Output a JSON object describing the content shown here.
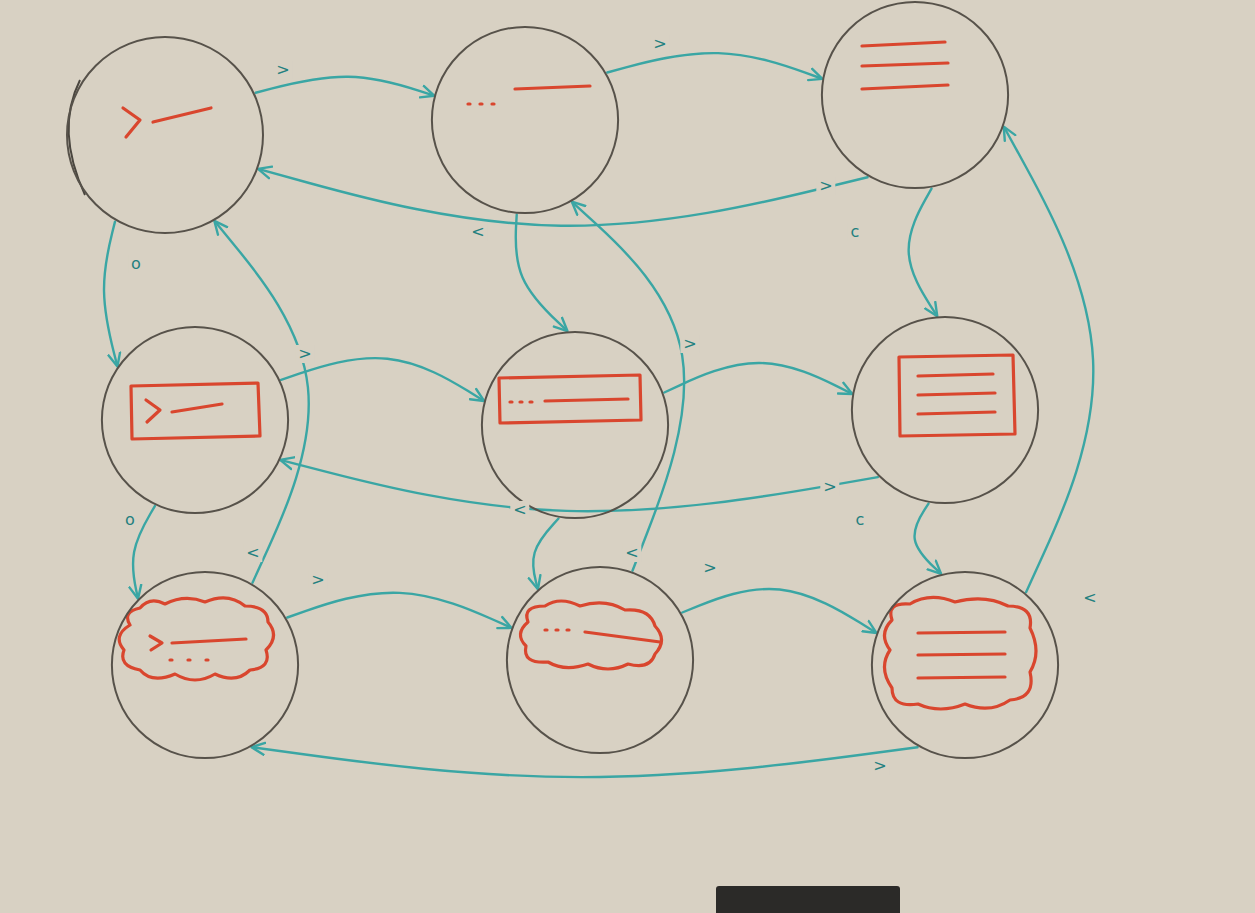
{
  "diagram": {
    "nodes": [
      {
        "text": []
      },
      {
        "text": []
      },
      {
        "text": []
      },
      {
        "text": []
      },
      {
        "text": []
      },
      {
        "text": []
      },
      {
        "text": []
      },
      {
        "text": []
      },
      {
        "text": []
      }
    ],
    "edges": [
      {
        "from": 0,
        "to": 1,
        "arrow": "to",
        "label": ">"
      },
      {
        "from": 1,
        "to": 2,
        "arrow": "to",
        "label": ">"
      },
      {
        "from": 2,
        "to": 0,
        "arrow": "to",
        "label": ">"
      },
      {
        "from": 0,
        "to": 3,
        "arrow": "to",
        "label": "o"
      },
      {
        "from": 1,
        "to": 4,
        "arrow": "to",
        "label": "<"
      },
      {
        "from": 2,
        "to": 5,
        "arrow": "to",
        "label": "c"
      },
      {
        "from": 3,
        "to": 4,
        "arrow": "to",
        "label": ">"
      },
      {
        "from": 4,
        "to": 5,
        "arrow": "to",
        "label": ">"
      },
      {
        "from": 5,
        "to": 3,
        "arrow": "to",
        "label": ">"
      },
      {
        "from": 3,
        "to": 6,
        "arrow": "to",
        "label": "o"
      },
      {
        "from": 4,
        "to": 7,
        "arrow": "to",
        "label": "<"
      },
      {
        "from": 5,
        "to": 8,
        "arrow": "to",
        "label": "c"
      },
      {
        "from": 6,
        "to": 7,
        "arrow": "to",
        "label": ">"
      },
      {
        "from": 7,
        "to": 8,
        "arrow": "to",
        "label": ">"
      },
      {
        "from": 8,
        "to": 6,
        "arrow": "to",
        "label": ">"
      },
      {
        "from": 6,
        "to": 0,
        "arrow": "to",
        "label": "<"
      },
      {
        "from": 7,
        "to": 1,
        "arrow": "to",
        "label": "<"
      },
      {
        "from": 8,
        "to": 2,
        "arrow": "to",
        "label": "<"
      }
    ]
  }
}
